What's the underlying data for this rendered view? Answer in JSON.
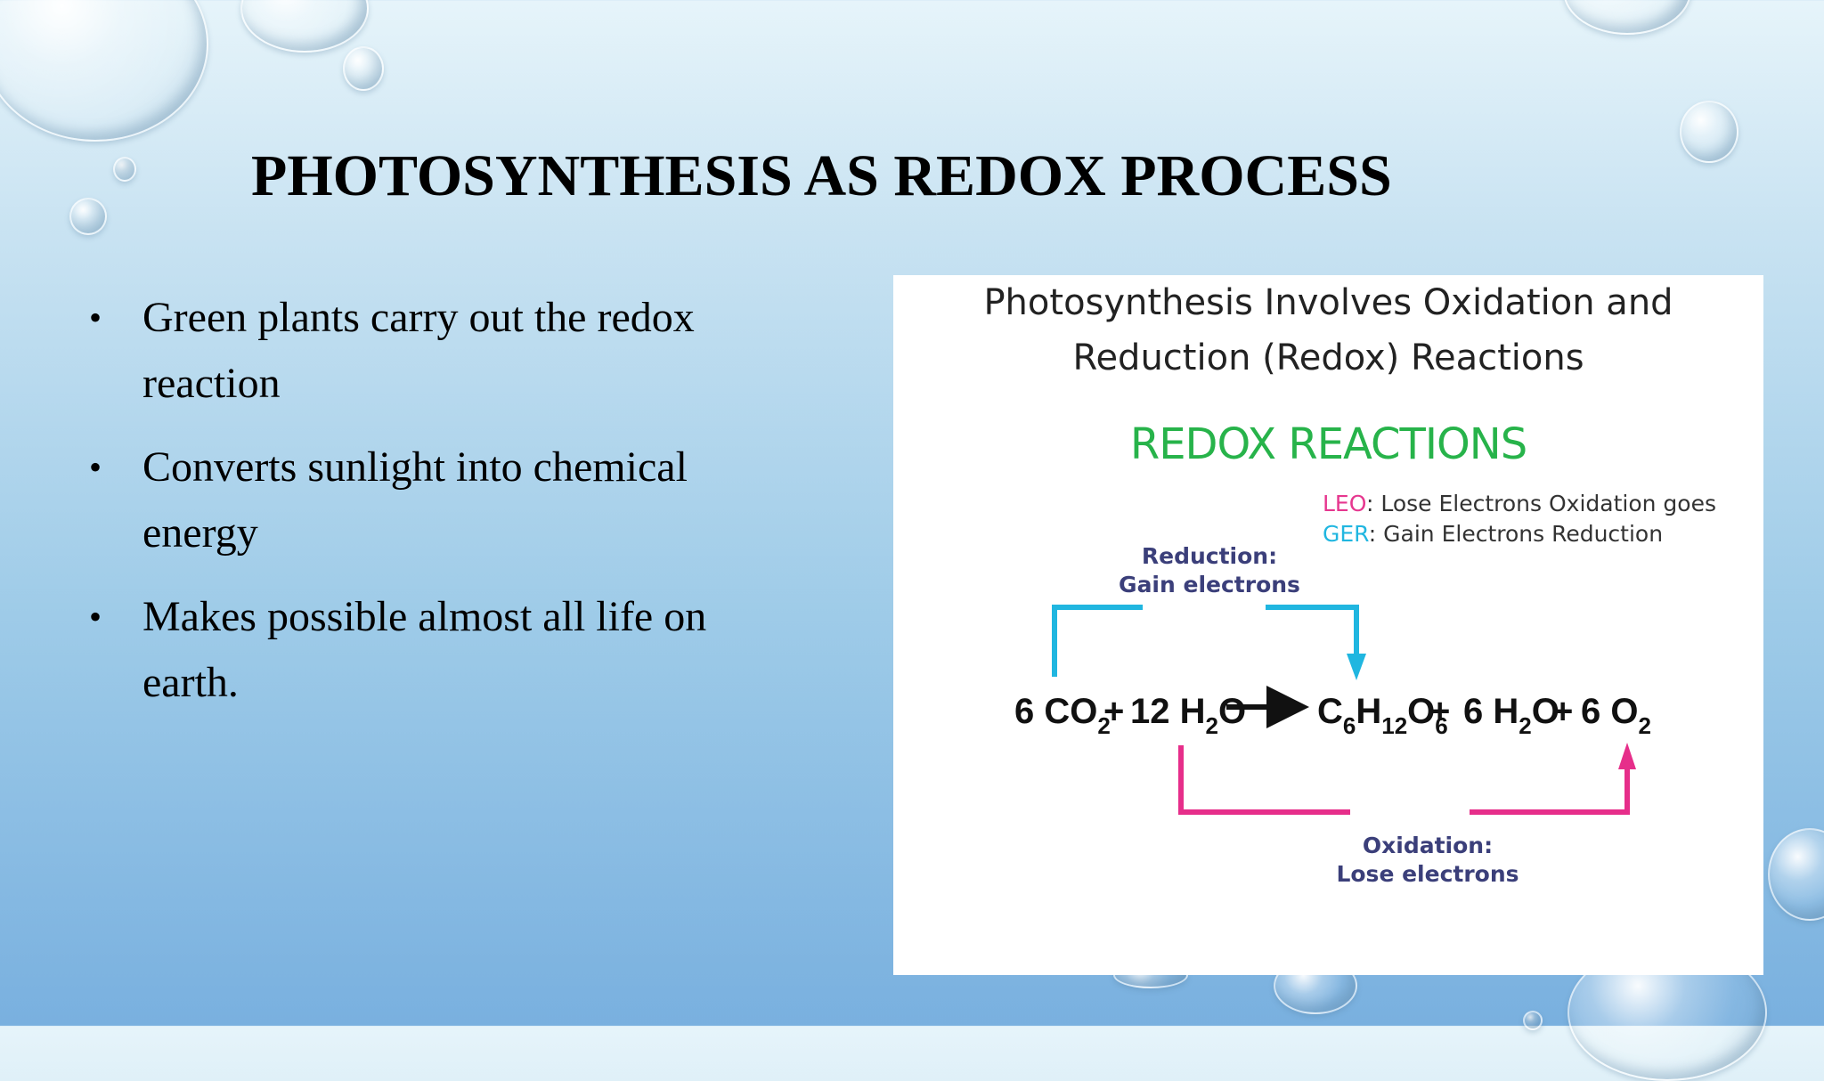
{
  "slide": {
    "title": "PHOTOSYNTHESIS AS REDOX PROCESS",
    "bullets": [
      "Green plants carry out the redox reaction",
      "Converts sunlight into chemical energy",
      "Makes possible almost all life on earth."
    ],
    "bullet_glyph": "•"
  },
  "figure": {
    "heading_line1": "Photosynthesis Involves Oxidation and",
    "heading_line2": "Reduction (Redox) Reactions",
    "redox_title": "REDOX REACTIONS",
    "mnemonic": {
      "leo_abbr": "LEO",
      "leo_rest": ": Lose Electrons Oxidation goes",
      "ger_abbr": "GER",
      "ger_rest": ": Gain Electrons Reduction"
    },
    "reduction_label_1": "Reduction:",
    "reduction_label_2": "Gain electrons",
    "oxidation_label_1": "Oxidation:",
    "oxidation_label_2": "Lose electrons",
    "equation": {
      "term1": "6 CO",
      "term1_sub": "2",
      "plus1": "+",
      "term2a": "12 H",
      "term2_sub": "2",
      "term2b": "O",
      "product1a": "C",
      "product1_sub1": "6",
      "product1b": "H",
      "product1_sub2": "12",
      "product1c": "O",
      "product1_sub3": "6",
      "plus2": "+",
      "product2a": "6 H",
      "product2_sub": "2",
      "product2b": "O",
      "plus3": "+",
      "product3a": "6 O",
      "product3_sub": "2"
    },
    "colors": {
      "reduction_arrow": "#20b6e0",
      "oxidation_arrow": "#e62e8a",
      "redox_title": "#27b34a",
      "label": "#3b3f7a"
    }
  }
}
